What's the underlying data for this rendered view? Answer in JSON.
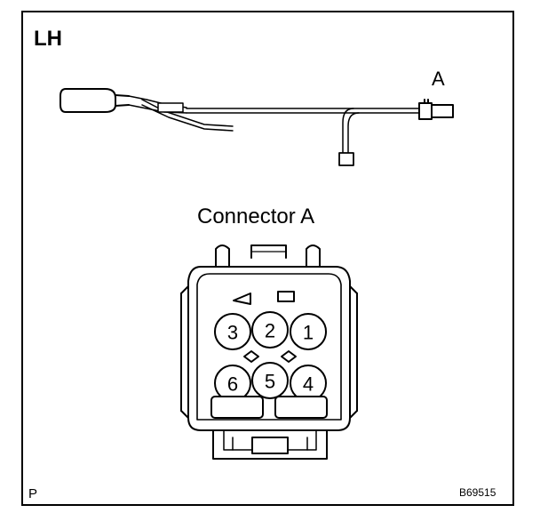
{
  "diagram": {
    "side_label": "LH",
    "connector_callout": "A",
    "connector_title": "Connector A",
    "corner_mark": "P",
    "figure_id": "B69515",
    "pins": [
      {
        "number": "3"
      },
      {
        "number": "2"
      },
      {
        "number": "1"
      },
      {
        "number": "6"
      },
      {
        "number": "5"
      },
      {
        "number": "4"
      }
    ]
  }
}
